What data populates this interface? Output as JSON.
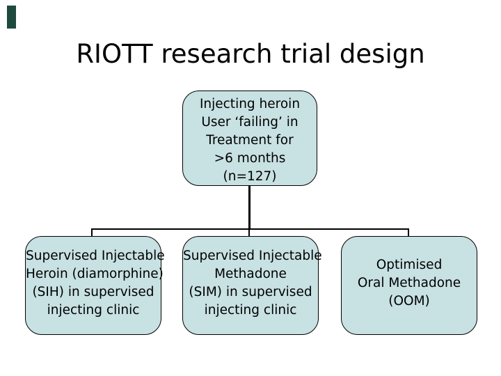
{
  "slide": {
    "title": "RIOTT research trial design",
    "accent_bar_color": "#1d4a3c",
    "box_fill_color": "#c8e1e3",
    "box_border_color": "#000000"
  },
  "diagram": {
    "top_box": {
      "lines": [
        "Injecting heroin",
        "User ‘failing’ in",
        "Treatment for",
        ">6 months",
        "(n=127)"
      ]
    },
    "arm_boxes": [
      {
        "id": "sih",
        "lines": [
          "Supervised Injectable",
          "Heroin (diamorphine)",
          "(SIH) in supervised",
          "injecting clinic"
        ]
      },
      {
        "id": "sim",
        "lines": [
          "Supervised Injectable",
          "Methadone",
          "(SIM) in supervised",
          "injecting clinic"
        ]
      },
      {
        "id": "oom",
        "lines": [
          "Optimised",
          "Oral Methadone",
          "(OOM)"
        ]
      }
    ]
  }
}
